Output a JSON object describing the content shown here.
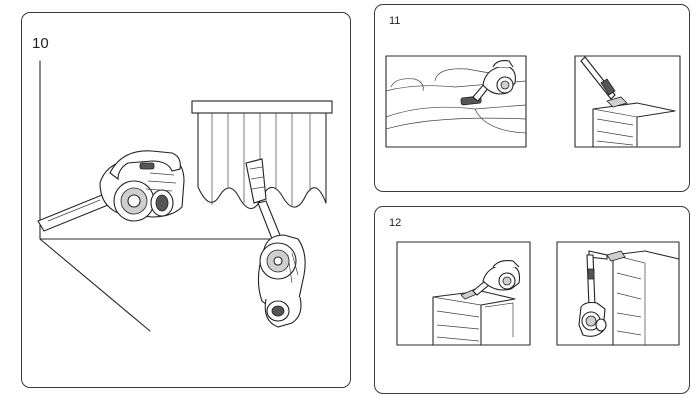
{
  "steps": [
    {
      "number": "10",
      "illustrations": [
        "vacuum-on-floor-corner",
        "vacuum-cleaning-curtains"
      ]
    },
    {
      "number": "11",
      "illustrations": [
        "vacuum-on-bed",
        "vacuum-wand-on-shelf"
      ]
    },
    {
      "number": "12",
      "illustrations": [
        "vacuum-on-cabinet-top",
        "vacuum-stick-on-cabinet"
      ]
    }
  ],
  "colors": {
    "line": "#2a2a2a",
    "panel_border": "#3a3a3a",
    "background": "#ffffff"
  }
}
